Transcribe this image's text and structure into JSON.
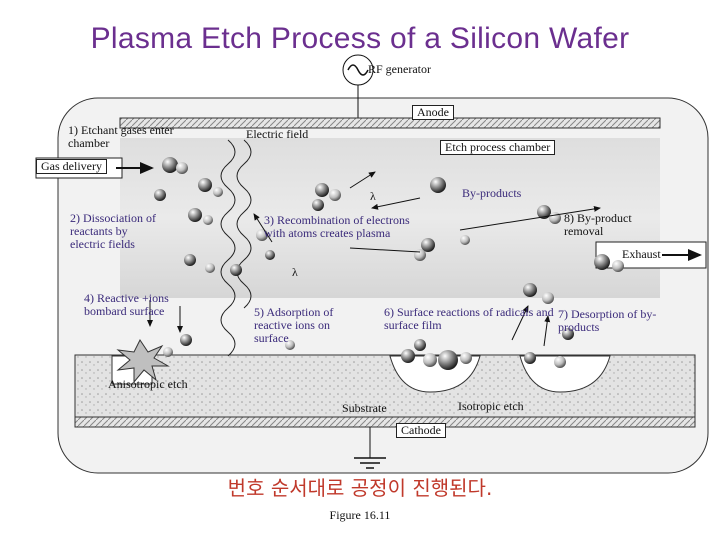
{
  "title": {
    "highlight": "Plasma Etch Process",
    "rest": " of a Silicon Wafer"
  },
  "labels": {
    "rf_generator": "RF generator",
    "anode": "Anode",
    "cathode": "Cathode",
    "substrate": "Substrate",
    "electric_field": "Electric field",
    "chamber": "Etch process chamber",
    "gas_delivery": "Gas delivery",
    "byproducts": "By-products",
    "exhaust": "Exhaust",
    "isotropic": "Isotropic etch",
    "anisotropic": "Anisotropic etch",
    "lambda1": "λ",
    "lambda2": "λ"
  },
  "steps": [
    "1) Etchant gases enter chamber",
    "2) Dissociation of reactants by electric fields",
    "3) Recombination of electrons with atoms creates plasma",
    "4) Reactive +ions bombard surface",
    "5) Adsorption of reactive ions on surface",
    "6) Surface reactions of radicals and surface film",
    "7) Desorption of by-products",
    "8) By-product removal"
  ],
  "note": "번호 순서대로 공정이 진행된다.",
  "figure": "Figure 16.11"
}
